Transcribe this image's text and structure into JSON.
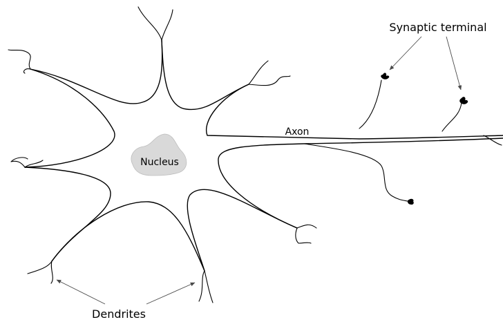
{
  "labels": {
    "nucleus": "Nucleus",
    "axon": "Axon",
    "synaptic_terminal": "Synaptic terminal",
    "dendrites": "Dendrites"
  },
  "colors": {
    "nucleus_fill": "#d9d9d9",
    "line": "#000000",
    "arrow": "#4a4a4a"
  }
}
